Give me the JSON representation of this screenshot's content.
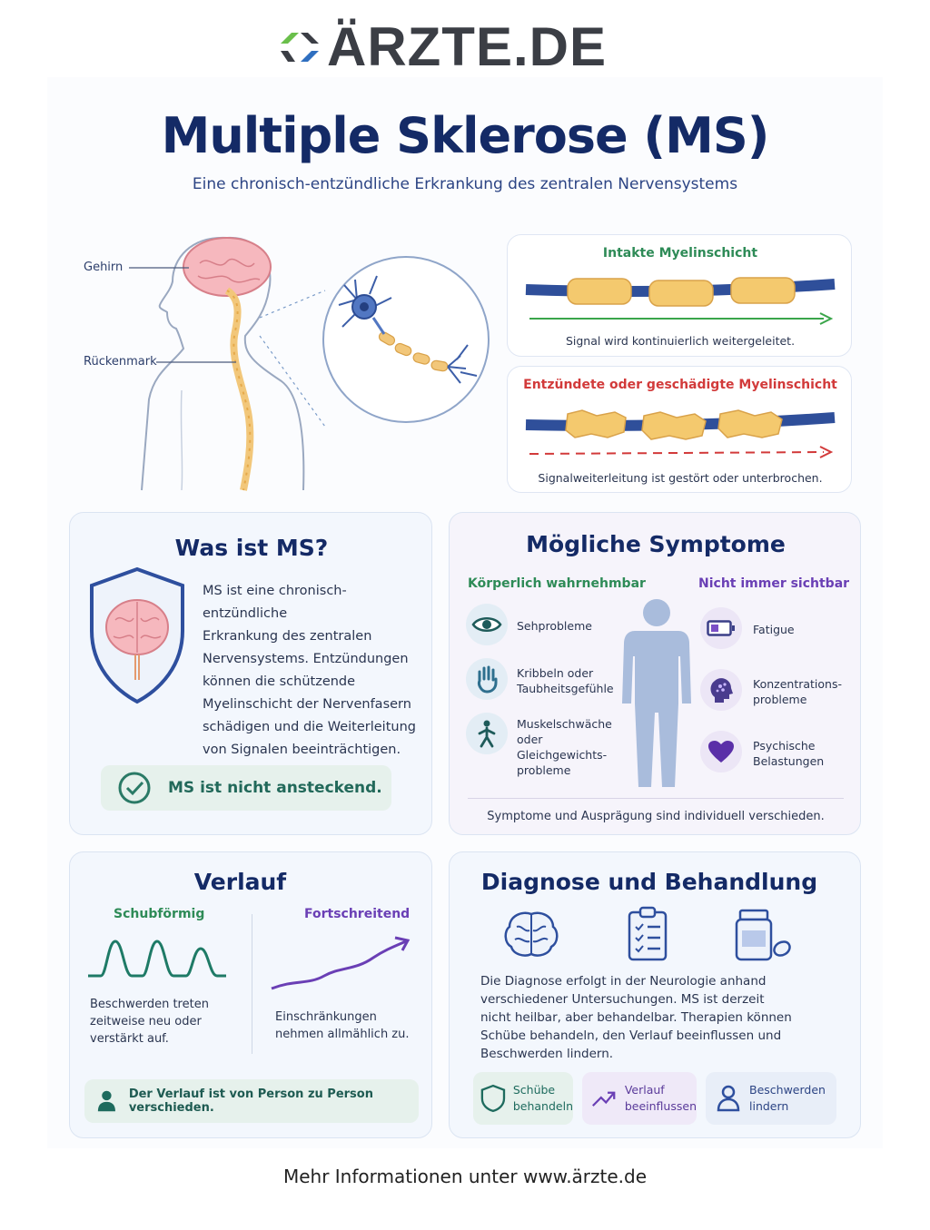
{
  "logo": {
    "text": "ÄRZTE.DE",
    "colors": {
      "green": "#6abf4b",
      "blue": "#2f6fc0"
    }
  },
  "header": {
    "title": "Multiple Sklerose (MS)",
    "subtitle": "Eine chronisch-entzündliche Erkrankung des zentralen Nervensystems"
  },
  "anatomy": {
    "brain_label": "Gehirn",
    "spine_label": "Rückenmark"
  },
  "myelin": {
    "intact_title": "Intakte Myelinschicht",
    "intact_caption": "Signal wird kontinuierlich weitergeleitet.",
    "damaged_title": "Entzündete oder geschädigte Myelinschicht",
    "damaged_caption": "Signalweiterleitung ist gestört oder unterbrochen."
  },
  "what_is_ms": {
    "title": "Was ist MS?",
    "lines": [
      "MS ist eine chronisch-entzündliche",
      "Erkrankung des zentralen",
      "Nervensystems. Entzündungen",
      "können die schützende",
      "Myelinschicht der Nervenfasern",
      "schädigen und die Weiterleitung",
      "von Signalen beeinträchtigen."
    ],
    "note": "MS ist nicht ansteckend."
  },
  "symptoms": {
    "title": "Mögliche Symptome",
    "left_heading": "Körperlich wahrnehmbar",
    "right_heading": "Nicht immer sichtbar",
    "left_items": [
      {
        "icon": "eye-icon",
        "lines": [
          "Sehprobleme"
        ]
      },
      {
        "icon": "hand-icon",
        "lines": [
          "Kribbeln oder",
          "Taubheitsgefühle"
        ]
      },
      {
        "icon": "walking-person-icon",
        "lines": [
          "Muskelschwäche",
          "oder",
          "Gleichgewichts-",
          "probleme"
        ]
      }
    ],
    "right_items": [
      {
        "icon": "battery-low-icon",
        "lines": [
          "Fatigue"
        ]
      },
      {
        "icon": "head-brain-icon",
        "lines": [
          "Konzentrations-",
          "probleme"
        ]
      },
      {
        "icon": "heart-icon",
        "lines": [
          "Psychische",
          "Belastungen"
        ]
      }
    ],
    "footer": "Symptome und Ausprägung sind individuell verschieden."
  },
  "course": {
    "title": "Verlauf",
    "left_heading": "Schubförmig",
    "left_lines": [
      "Beschwerden treten",
      "zeitweise neu oder",
      "verstärkt auf."
    ],
    "right_heading": "Fortschreitend",
    "right_lines": [
      "Einschränkungen",
      "nehmen allmählich zu."
    ],
    "note": "Der Verlauf ist von Person zu Person verschieden."
  },
  "diagnosis": {
    "title": "Diagnose und Behandlung",
    "lines": [
      "Die Diagnose erfolgt in der Neurologie anhand",
      "verschiedener Untersuchungen. MS ist derzeit",
      "nicht heilbar, aber behandelbar. Therapien können",
      "Schübe behandeln, den Verlauf beeinflussen und",
      "Beschwerden lindern."
    ],
    "pills": [
      {
        "icon": "shield-icon",
        "lines": [
          "Schübe",
          "behandeln"
        ]
      },
      {
        "icon": "trend-arrow-icon",
        "lines": [
          "Verlauf",
          "beeinflussen"
        ]
      },
      {
        "icon": "person-outline-icon",
        "lines": [
          "Beschwerden",
          "lindern"
        ]
      }
    ]
  },
  "footer": {
    "text": "Mehr Informationen unter www.ärzte.de"
  }
}
